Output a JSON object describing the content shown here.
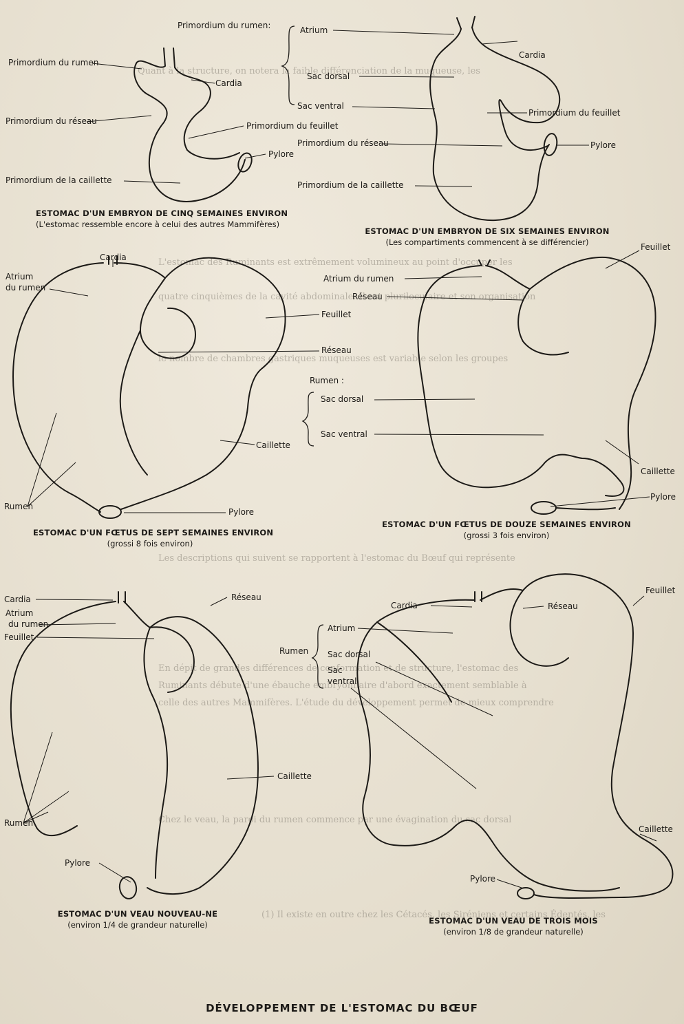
{
  "title": "DÉVELOPPEMENT DE L'ESTOMAC DU BŒUF",
  "figures": {
    "fig1": {
      "title": "ESTOMAC D'UN EMBRYON DE CINQ SEMAINES ENVIRON",
      "subtitle": "(L'estomac ressemble encore à celui des autres Mammifères)",
      "labels": {
        "primordium_rumen": "Primordium du rumen",
        "cardia": "Cardia",
        "primordium_reseau": "Primordium du réseau",
        "primordium_feuillet": "Primordium du feuillet",
        "pylore": "Pylore",
        "primordium_caillette": "Primordium de la caillette"
      }
    },
    "fig2": {
      "title": "ESTOMAC D'UN EMBRYON DE SIX SEMAINES ENVIRON",
      "subtitle": "(Les compartiments commencent à se différencier)",
      "labels": {
        "primordium_rumen_heading": "Primordium du rumen:",
        "atrium": "Atrium",
        "sac_dorsal": "Sac dorsal",
        "sac_ventral": "Sac ventral",
        "cardia": "Cardia",
        "primordium_feuillet": "Primordium du feuillet",
        "primordium_reseau": "Primordium du réseau",
        "pylore": "Pylore",
        "primordium_caillette": "Primordium de la caillette"
      }
    },
    "fig3": {
      "title": "ESTOMAC D'UN FŒTUS DE SEPT SEMAINES ENVIRON",
      "subtitle": "(grossi 8 fois environ)",
      "labels": {
        "cardia": "Cardia",
        "atrium_line1": "Atrium",
        "atrium_line2": "du rumen",
        "feuillet": "Feuillet",
        "reseau": "Réseau",
        "caillette": "Caillette",
        "rumen": "Rumen",
        "pylore": "Pylore"
      }
    },
    "fig4": {
      "title": "ESTOMAC D'UN FŒTUS DE DOUZE SEMAINES ENVIRON",
      "subtitle": "(grossi 3 fois environ)",
      "labels": {
        "feuillet": "Feuillet",
        "atrium_rumen": "Atrium du rumen",
        "reseau": "Réseau",
        "rumen_heading": "Rumen :",
        "sac_dorsal": "Sac dorsal",
        "sac_ventral": "Sac ventral",
        "caillette": "Caillette",
        "pylore": "Pylore"
      }
    },
    "fig5": {
      "title": "ESTOMAC D'UN VEAU NOUVEAU-NE",
      "subtitle": "(environ 1/4 de grandeur naturelle)",
      "labels": {
        "cardia": "Cardia",
        "reseau": "Réseau",
        "atrium_line1": "Atrium",
        "atrium_line2": "du rumen",
        "feuillet": "Feuillet",
        "caillette": "Caillette",
        "rumen": "Rumen",
        "pylore": "Pylore"
      }
    },
    "fig6": {
      "title": "ESTOMAC D'UN VEAU DE TROIS MOIS",
      "subtitle": "(environ 1/8 de grandeur naturelle)",
      "labels": {
        "reseau": "Réseau",
        "feuillet": "Feuillet",
        "cardia": "Cardia",
        "rumen": "Rumen",
        "atrium": "Atrium",
        "sac_dorsal": "Sac dorsal",
        "sac_line1": "Sac",
        "sac_line2": "ventral",
        "caillette": "Caillette",
        "pylore": "Pylore"
      }
    }
  },
  "showthrough_text": [
    "Quant à la structure, on notera la faible différenciation de la muqueuse, les",
    "L'estomac des Ruminants est extrêmement volumineux au point d'occuper les",
    "quatre cinquièmes de la cavité abdominale. Il est pluriloculaire et son organisation",
    "le nombre de chambres gastriques muqueuses est variable selon les groupes",
    "Les descriptions qui suivent se rapportent à l'estomac du Bœuf qui représente",
    "En dépit de grandes différences de conformation et de structure, l'estomac des",
    "Ruminants débute d'une ébauche embryonnaire d'abord exactement semblable à",
    "celle des autres Mammifères. L'étude du développement permet de mieux comprendre",
    "Chez le veau, la paroi du rumen commence par une évagination du sac dorsal",
    "(1) Il existe en outre chez les Cétacés, les Siréniens et certains Édentés, les"
  ]
}
